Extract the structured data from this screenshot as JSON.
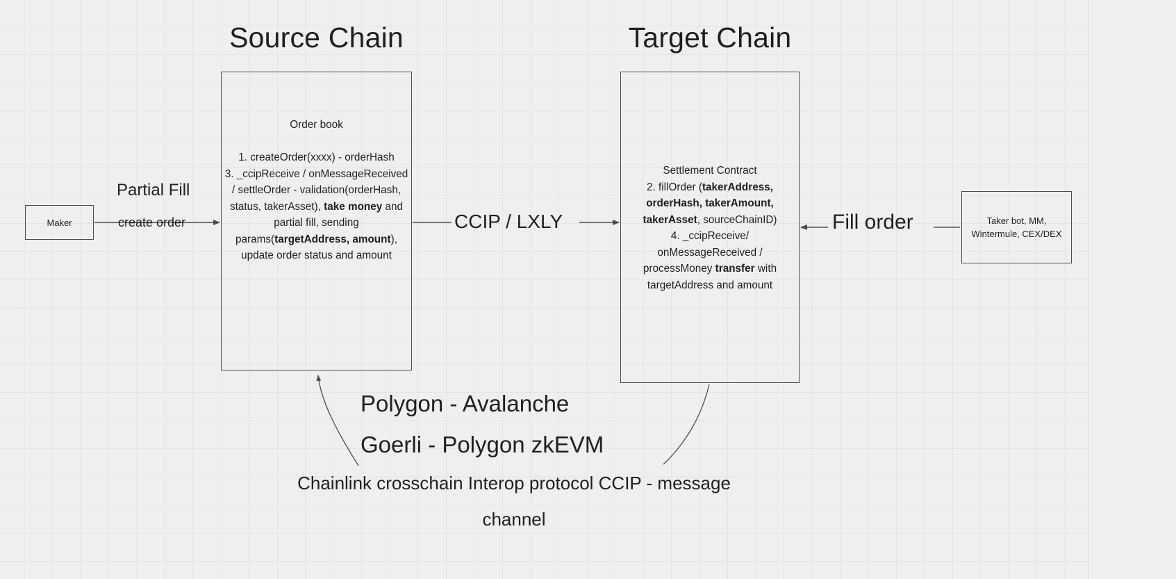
{
  "diagram": {
    "titles": {
      "source_chain": "Source Chain",
      "target_chain": "Target Chain"
    },
    "source_box": {
      "heading": "Order book",
      "body_html": "1. createOrder(xxxx) - orderHash<br>3. _ccipReceive / onMessageReceived / settleOrder - validation(orderHash, status, takerAsset), <b>take money</b> and partial fill, sending params(<b>targetAddress, amount</b>), update order status and amount"
    },
    "target_box": {
      "heading": "Settlement Contract",
      "body_html": "2. fillOrder (<b>takerAddress, orderHash, takerAmount, takerAsset</b>, sourceChainID)<br>4. _ccipReceive/ onMessageReceived / processMoney <b>transfer</b> with targetAddress and amount"
    },
    "maker_box": "Maker",
    "taker_box": "Taker bot, MM, Wintermule, CEX/DEX",
    "labels": {
      "partial_fill": "Partial Fill",
      "create_order": "create order",
      "ccip_lxly": "CCIP / LXLY",
      "fill_order": "Fill order"
    },
    "notes": {
      "chain_pair_1": "Polygon - Avalanche",
      "chain_pair_2": "Goerli - Polygon zkEVM",
      "ccip_note": "Chainlink crosschain Interop protocol CCIP - message channel"
    },
    "colors": {
      "canvas_background": "#efefef",
      "grid_line": "#e3e3e3",
      "stroke": "#4d4d4d",
      "text": "#1f1f1f"
    }
  }
}
